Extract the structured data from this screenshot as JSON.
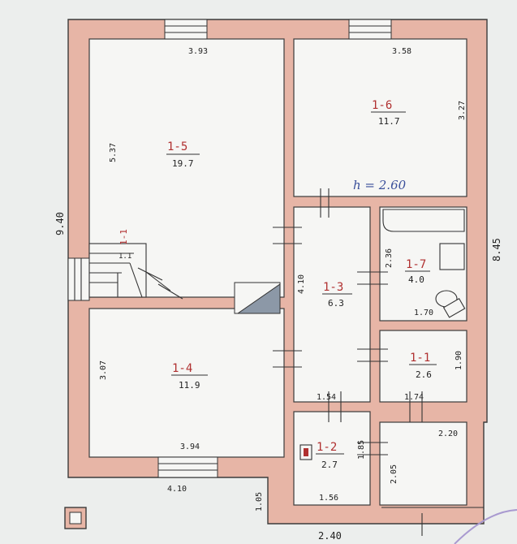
{
  "ceiling_height": "h = 2.60",
  "rooms": {
    "r15": {
      "id": "1-5",
      "area": "19.7"
    },
    "r16": {
      "id": "1-6",
      "area": "11.7"
    },
    "r13": {
      "id": "1-3",
      "area": "6.3"
    },
    "r17": {
      "id": "1-7",
      "area": "4.0"
    },
    "r14": {
      "id": "1-4",
      "area": "11.9"
    },
    "r11": {
      "id": "1-1",
      "area": "2.6"
    },
    "r12": {
      "id": "1-2",
      "area": "2.7"
    },
    "stair": {
      "id": "1-1",
      "area": "1.1"
    }
  },
  "dims": {
    "d393": "3.93",
    "d358": "3.58",
    "d537": "5.37",
    "d327": "3.27",
    "d940": "9.40",
    "d845": "8.45",
    "d236": "2.36",
    "d410v": "4.10",
    "d170": "1.70",
    "d307": "3.07",
    "d190": "1.90",
    "d154": "1.54",
    "d174": "1.74",
    "d220": "2.20",
    "d394": "3.94",
    "d185": "1.85",
    "d205": "2.05",
    "d156": "1.56",
    "d410h": "4.10",
    "d105": "1.05",
    "d240": "2.40"
  }
}
